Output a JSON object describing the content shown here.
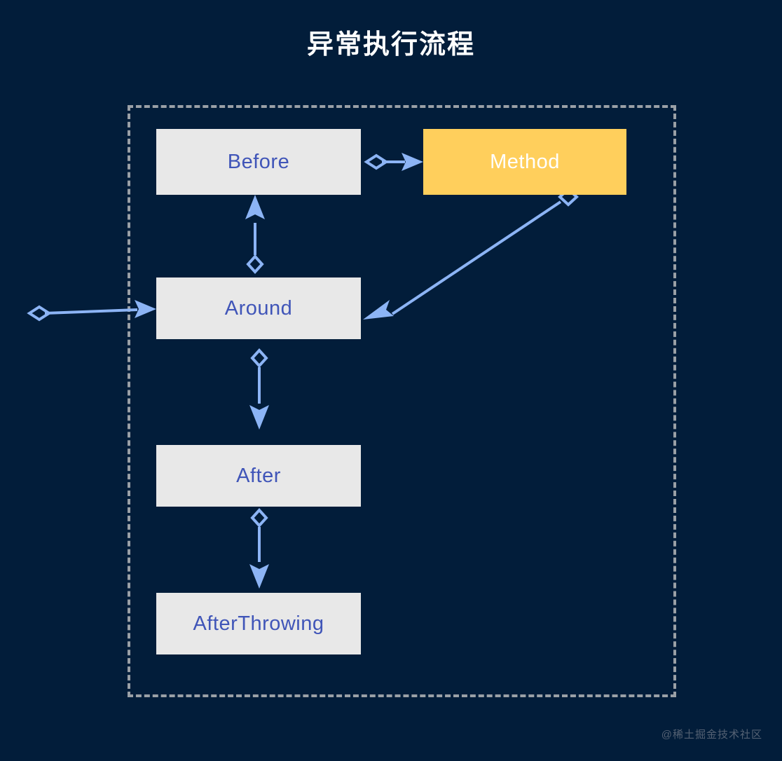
{
  "page": {
    "title": "异常执行流程",
    "background_color": "#021d3a",
    "watermark": "@稀土掘金技术社区"
  },
  "colors": {
    "background": "#021d3a",
    "title_text": "#ffffff",
    "node_gray_fill": "#e8e8e8",
    "node_gray_text": "#4055b8",
    "node_amber_fill": "#ffcf5c",
    "node_amber_text": "#ffffff",
    "edge": "#8cb4f5",
    "dashed_border": "#9aa0a6",
    "watermark_text": "#546173"
  },
  "container": {
    "border_style": "dashed",
    "label": ""
  },
  "diagram": {
    "type": "flow",
    "nodes": [
      {
        "id": "before",
        "label": "Before",
        "style": "gray"
      },
      {
        "id": "method",
        "label": "Method",
        "style": "amber"
      },
      {
        "id": "around",
        "label": "Around",
        "style": "gray"
      },
      {
        "id": "after",
        "label": "After",
        "style": "gray"
      },
      {
        "id": "afterthrowing",
        "label": "AfterThrowing",
        "style": "gray"
      }
    ],
    "edges": [
      {
        "from": "entry",
        "to": "around",
        "source_marker": "diamond",
        "target_marker": "arrow"
      },
      {
        "from": "before",
        "to": "method",
        "source_marker": "diamond",
        "target_marker": "arrow"
      },
      {
        "from": "around",
        "to": "before",
        "source_marker": "diamond",
        "target_marker": "arrow"
      },
      {
        "from": "method",
        "to": "around",
        "source_marker": "diamond",
        "target_marker": "arrow"
      },
      {
        "from": "around",
        "to": "after",
        "source_marker": "diamond",
        "target_marker": "arrow"
      },
      {
        "from": "after",
        "to": "afterthrowing",
        "source_marker": "diamond",
        "target_marker": "arrow"
      }
    ]
  }
}
